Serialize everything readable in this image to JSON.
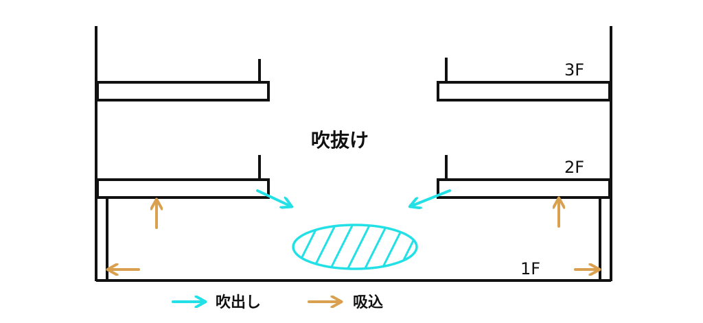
{
  "floors": {
    "f3": "3F",
    "f2": "2F",
    "f1": "1F"
  },
  "atrium_label": "吹抜け",
  "legend": {
    "blow_out_label": "吹出し",
    "intake_label": "吸込"
  },
  "colors": {
    "line": "#111111",
    "blow_out": "#22e0e6",
    "intake": "#d9a050",
    "hatch_fill": "#ffffff"
  }
}
